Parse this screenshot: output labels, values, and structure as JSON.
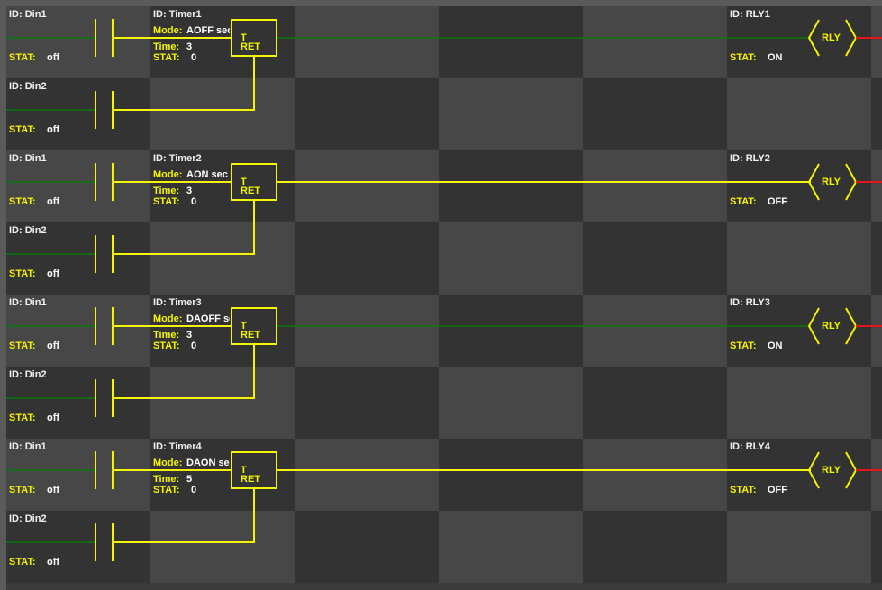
{
  "colors": {
    "energized": "#f5f500",
    "de_energized": "#0a7a0a",
    "relay_tip": "#e01818",
    "cell_light": "#474747",
    "cell_dark": "#333333"
  },
  "labels": {
    "id_prefix": "ID:",
    "stat_label": "STAT:",
    "mode_label": "Mode:",
    "time_label": "Time:",
    "timer_t": "T",
    "timer_ret": "RET",
    "coil_text": "RLY"
  },
  "rungs": [
    {
      "input_a": {
        "id": "Din1",
        "stat": "off",
        "energized": false
      },
      "input_b": {
        "id": "Din2",
        "stat": "off",
        "energized": false
      },
      "timer": {
        "id": "Timer1",
        "mode": "AOFF sec",
        "time": "3",
        "stat": "0",
        "output_energized": false
      },
      "relay": {
        "id": "RLY1",
        "stat": "ON"
      }
    },
    {
      "input_a": {
        "id": "Din1",
        "stat": "off",
        "energized": false
      },
      "input_b": {
        "id": "Din2",
        "stat": "off",
        "energized": false
      },
      "timer": {
        "id": "Timer2",
        "mode": "AON sec",
        "time": "3",
        "stat": "0",
        "output_energized": true
      },
      "relay": {
        "id": "RLY2",
        "stat": "OFF"
      }
    },
    {
      "input_a": {
        "id": "Din1",
        "stat": "off",
        "energized": false
      },
      "input_b": {
        "id": "Din2",
        "stat": "off",
        "energized": false
      },
      "timer": {
        "id": "Timer3",
        "mode": "DAOFF sec",
        "time": "3",
        "stat": "0",
        "output_energized": false
      },
      "relay": {
        "id": "RLY3",
        "stat": "ON"
      }
    },
    {
      "input_a": {
        "id": "Din1",
        "stat": "off",
        "energized": false
      },
      "input_b": {
        "id": "Din2",
        "stat": "off",
        "energized": false
      },
      "timer": {
        "id": "Timer4",
        "mode": "DAON sec",
        "time": "5",
        "stat": "0",
        "output_energized": true
      },
      "relay": {
        "id": "RLY4",
        "stat": "OFF"
      }
    }
  ]
}
